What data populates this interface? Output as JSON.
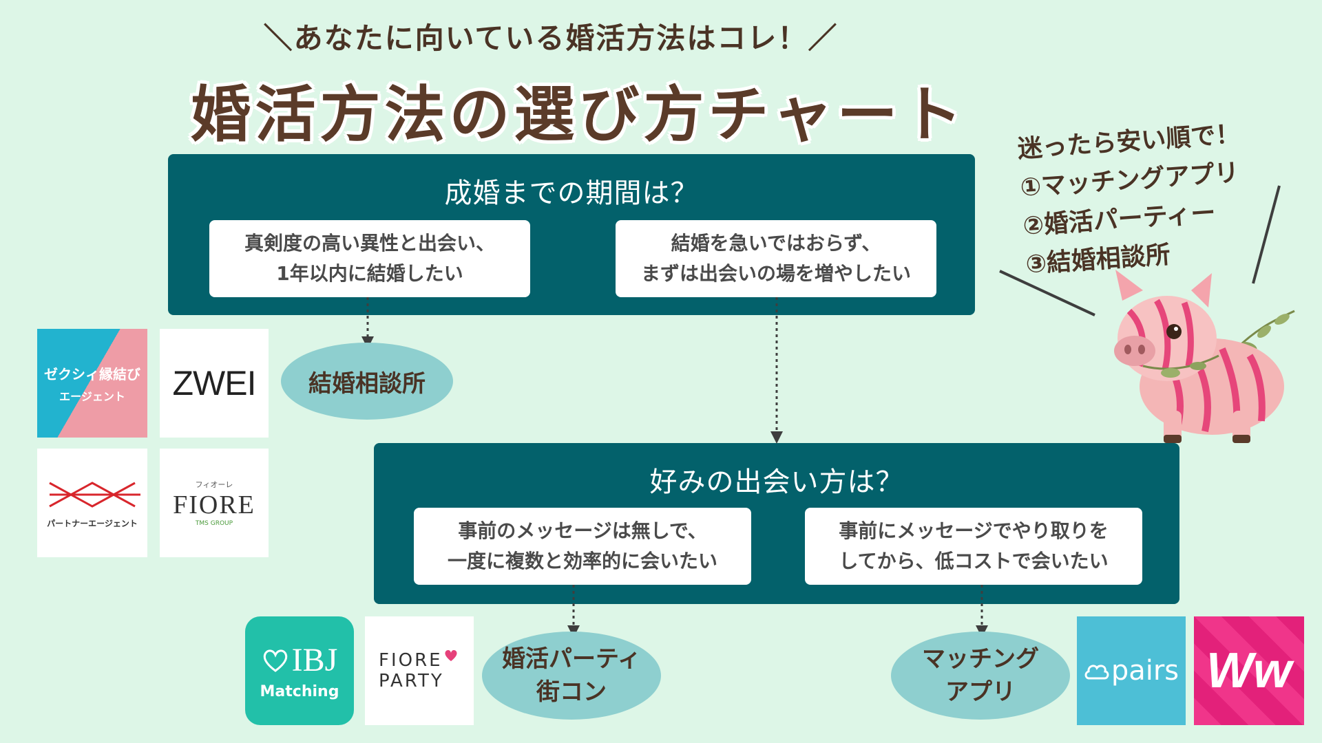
{
  "header": {
    "tagline": "＼あなたに向いている婚活方法はコレ！／",
    "title": "婚活方法の選び方チャート"
  },
  "q1": {
    "question": "成婚までの期間は？",
    "left_line1": "真剣度の高い異性と出会い、",
    "left_line2": "1年以内に結婚したい",
    "right_line1": "結婚を急いではおらず、",
    "right_line2": "まずは出会いの場を増やしたい"
  },
  "q2": {
    "question": "好みの出会い方は？",
    "left_line1": "事前のメッセージは無しで、",
    "left_line2": "一度に複数と効率的に会いたい",
    "right_line1": "事前にメッセージでやり取りを",
    "right_line2": "してから、低コストで会いたい"
  },
  "results": {
    "agency": "結婚相談所",
    "party_line1": "婚活パーティ",
    "party_line2": "街コン",
    "app_line1": "マッチング",
    "app_line2": "アプリ"
  },
  "logos": {
    "zexy_line1": "ゼクシィ縁結び",
    "zexy_line2": "エージェント",
    "zwei": "ZWEI",
    "partner": "パートナーエージェント",
    "fiore_small": "フィオーレ",
    "fiore": "FIORE",
    "fiore_group": "TMS GROUP",
    "ibj": "IBJ",
    "ibj_sub": "Matching",
    "fiore_party_line1": "FIORE",
    "fiore_party_line2": "PARTY",
    "pairs": "pairs",
    "with": "Ww"
  },
  "tip": {
    "line1": "迷ったら安い順で！",
    "line2": "①マッチングアプリ",
    "line3": "②婚活パーティー",
    "line4": "③結婚相談所"
  },
  "colors": {
    "background": "#ddf6e7",
    "panel": "#03616b",
    "ellipse": "#8ecfcf",
    "text_brown": "#4a3325"
  }
}
